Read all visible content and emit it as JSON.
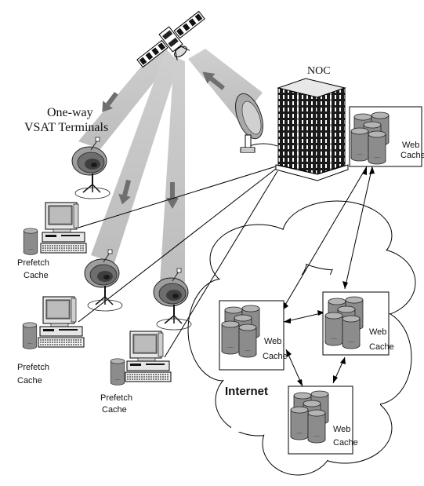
{
  "labels": {
    "vsat_line1": "One-way",
    "vsat_line2": "VSAT Terminals",
    "noc": "NOC",
    "internet": "Internet",
    "web": "Web",
    "cache": "Cache",
    "prefetch": "Prefetch"
  },
  "colors": {
    "beam": "#c8c8c8",
    "beam_arrow": "#6f6f6f",
    "cylinder_body": "#8c8c8c",
    "cylinder_top": "#b4b4b4",
    "line": "#000000"
  },
  "components": {
    "satellite_icon": "satellite-icon",
    "dish_icon": "vsat-dish-icon",
    "computer_icon": "computer-workstation-icon",
    "server_icon": "noc-server-building-icon",
    "storage_icon": "cache-storage-cylinders-icon",
    "cloud_icon": "internet-cloud-icon"
  }
}
